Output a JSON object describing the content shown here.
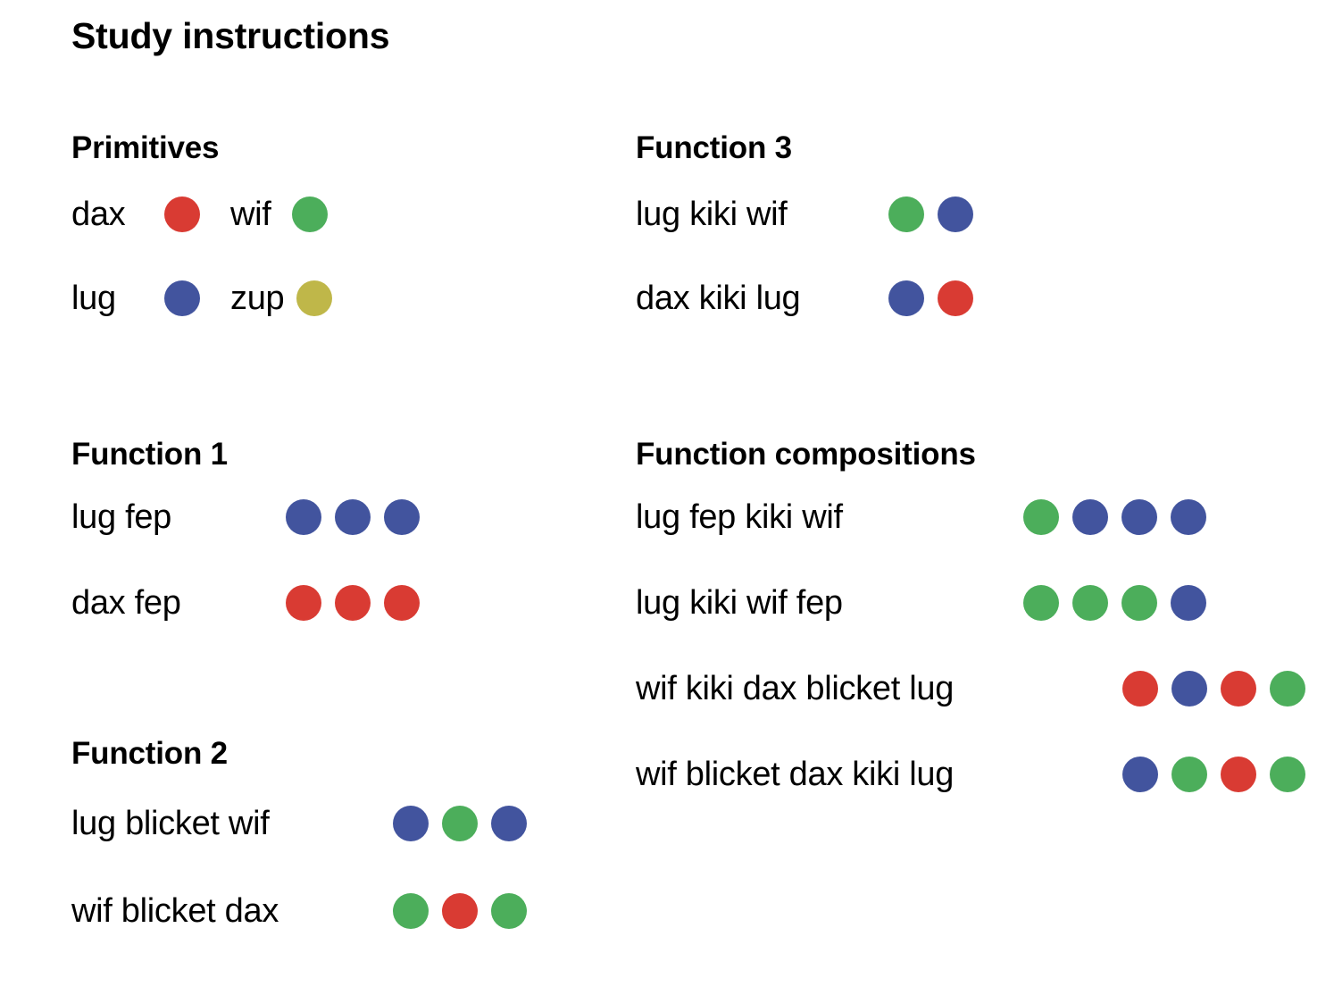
{
  "page": {
    "title": "Study instructions",
    "background": "#ffffff",
    "text_color": "#000000"
  },
  "colors": {
    "red": "#D93B33",
    "green": "#4CAE5B",
    "blue": "#42549E",
    "yellow": "#BFB749"
  },
  "sections": {
    "primitives": {
      "heading": "Primitives",
      "items": [
        {
          "word": "dax",
          "color": "red"
        },
        {
          "word": "wif",
          "color": "green"
        },
        {
          "word": "lug",
          "color": "blue"
        },
        {
          "word": "zup",
          "color": "yellow"
        }
      ]
    },
    "function1": {
      "heading": "Function 1",
      "rows": [
        {
          "label": "lug fep",
          "outputs": [
            "blue",
            "blue",
            "blue"
          ]
        },
        {
          "label": "dax fep",
          "outputs": [
            "red",
            "red",
            "red"
          ]
        }
      ]
    },
    "function2": {
      "heading": "Function 2",
      "rows": [
        {
          "label": "lug blicket wif",
          "outputs": [
            "blue",
            "green",
            "blue"
          ]
        },
        {
          "label": "wif blicket dax",
          "outputs": [
            "green",
            "red",
            "green"
          ]
        }
      ]
    },
    "function3": {
      "heading": "Function 3",
      "rows": [
        {
          "label": "lug kiki wif",
          "outputs": [
            "green",
            "blue"
          ]
        },
        {
          "label": "dax kiki lug",
          "outputs": [
            "blue",
            "red"
          ]
        }
      ]
    },
    "compositions": {
      "heading": "Function compositions",
      "rows": [
        {
          "label": "lug fep kiki wif",
          "outputs": [
            "green",
            "blue",
            "blue",
            "blue"
          ]
        },
        {
          "label": "lug kiki wif fep",
          "outputs": [
            "green",
            "green",
            "green",
            "blue"
          ]
        },
        {
          "label": "wif kiki dax blicket lug",
          "outputs": [
            "red",
            "blue",
            "red",
            "green"
          ]
        },
        {
          "label": "wif blicket dax kiki lug",
          "outputs": [
            "blue",
            "green",
            "red",
            "green"
          ]
        }
      ]
    }
  }
}
